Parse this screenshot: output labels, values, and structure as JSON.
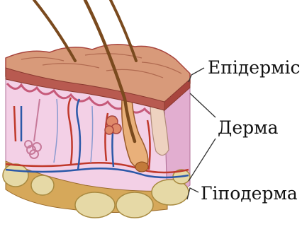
{
  "labels": {
    "epidermis": "Епідерміс",
    "dermis": "Дерма",
    "hypodermis": "Гіподерма"
  },
  "colors": {
    "epidermis_top": "#d89a7a",
    "epidermis_edge": "#a8453e",
    "dermis": "#f0c8e0",
    "dermis_front": "#f3d0e6",
    "dermis_side": "#e2aed0",
    "hypodermis_fat": "#e6d9a6",
    "hypodermis_base": "#d6a85a",
    "hair": "#7a4a1e",
    "artery": "#c0392b",
    "vein": "#2b58a8",
    "leader_line": "#333333"
  }
}
